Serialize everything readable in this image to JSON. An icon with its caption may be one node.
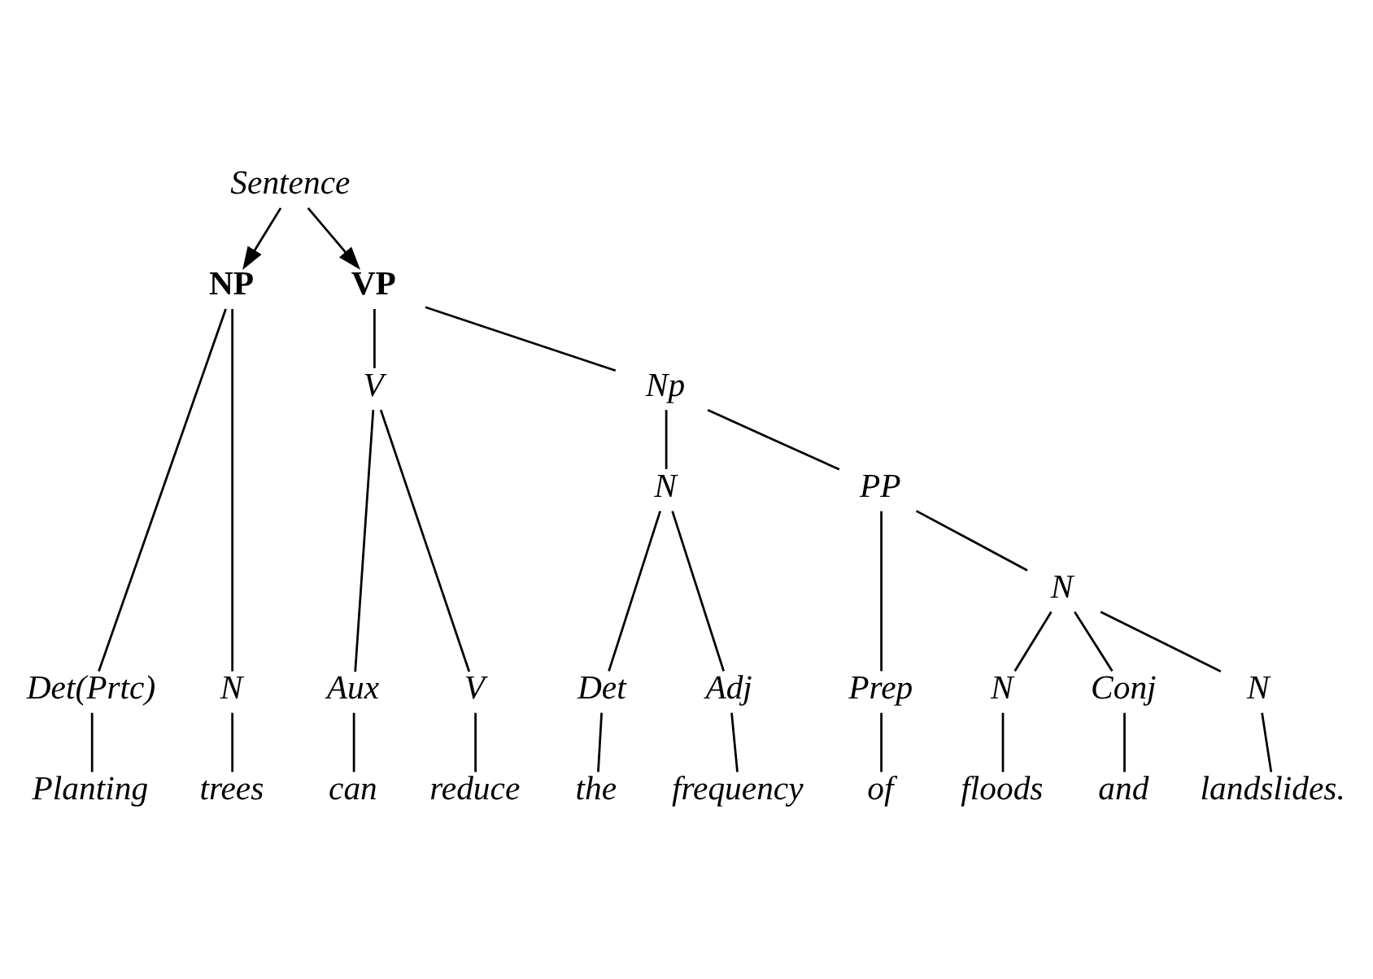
{
  "diagram": {
    "nodes": [
      {
        "text": [
          "Sentence"
        ]
      },
      {
        "text": [
          "NP"
        ]
      },
      {
        "text": [
          "VP"
        ]
      },
      {
        "text": [
          "V"
        ]
      },
      {
        "text": [
          "Np"
        ]
      },
      {
        "text": [
          "N"
        ]
      },
      {
        "text": [
          "PP"
        ]
      },
      {
        "text": [
          "N"
        ]
      },
      {
        "text": [
          "Det(Prtc)"
        ]
      },
      {
        "text": [
          "N"
        ]
      },
      {
        "text": [
          "Aux"
        ]
      },
      {
        "text": [
          "V"
        ]
      },
      {
        "text": [
          "Det"
        ]
      },
      {
        "text": [
          "Adj"
        ]
      },
      {
        "text": [
          "Prep"
        ]
      },
      {
        "text": [
          "N"
        ]
      },
      {
        "text": [
          "Conj"
        ]
      },
      {
        "text": [
          "N"
        ]
      },
      {
        "text": [
          "Planting"
        ]
      },
      {
        "text": [
          "trees"
        ]
      },
      {
        "text": [
          "can"
        ]
      },
      {
        "text": [
          "reduce"
        ]
      },
      {
        "text": [
          "the"
        ]
      },
      {
        "text": [
          "frequency"
        ]
      },
      {
        "text": [
          "of"
        ]
      },
      {
        "text": [
          "floods"
        ]
      },
      {
        "text": [
          "and"
        ]
      },
      {
        "text": [
          "landslides."
        ]
      }
    ],
    "edges": [
      {
        "from": 0,
        "to": 1,
        "arrow": "to"
      },
      {
        "from": 0,
        "to": 2,
        "arrow": "to"
      },
      {
        "from": 1,
        "to": 8,
        "arrow": "none"
      },
      {
        "from": 1,
        "to": 9,
        "arrow": "none"
      },
      {
        "from": 2,
        "to": 3,
        "arrow": "none"
      },
      {
        "from": 2,
        "to": 4,
        "arrow": "none"
      },
      {
        "from": 3,
        "to": 10,
        "arrow": "none"
      },
      {
        "from": 3,
        "to": 11,
        "arrow": "none"
      },
      {
        "from": 4,
        "to": 5,
        "arrow": "none"
      },
      {
        "from": 4,
        "to": 6,
        "arrow": "none"
      },
      {
        "from": 5,
        "to": 12,
        "arrow": "none"
      },
      {
        "from": 5,
        "to": 13,
        "arrow": "none"
      },
      {
        "from": 6,
        "to": 14,
        "arrow": "none"
      },
      {
        "from": 6,
        "to": 7,
        "arrow": "none"
      },
      {
        "from": 7,
        "to": 15,
        "arrow": "none"
      },
      {
        "from": 7,
        "to": 16,
        "arrow": "none"
      },
      {
        "from": 7,
        "to": 17,
        "arrow": "none"
      },
      {
        "from": 8,
        "to": 18,
        "arrow": "none"
      },
      {
        "from": 9,
        "to": 19,
        "arrow": "none"
      },
      {
        "from": 10,
        "to": 20,
        "arrow": "none"
      },
      {
        "from": 11,
        "to": 21,
        "arrow": "none"
      },
      {
        "from": 12,
        "to": 22,
        "arrow": "none"
      },
      {
        "from": 13,
        "to": 23,
        "arrow": "none"
      },
      {
        "from": 14,
        "to": 24,
        "arrow": "none"
      },
      {
        "from": 15,
        "to": 25,
        "arrow": "none"
      },
      {
        "from": 16,
        "to": 26,
        "arrow": "none"
      },
      {
        "from": 17,
        "to": 27,
        "arrow": "none"
      }
    ]
  }
}
